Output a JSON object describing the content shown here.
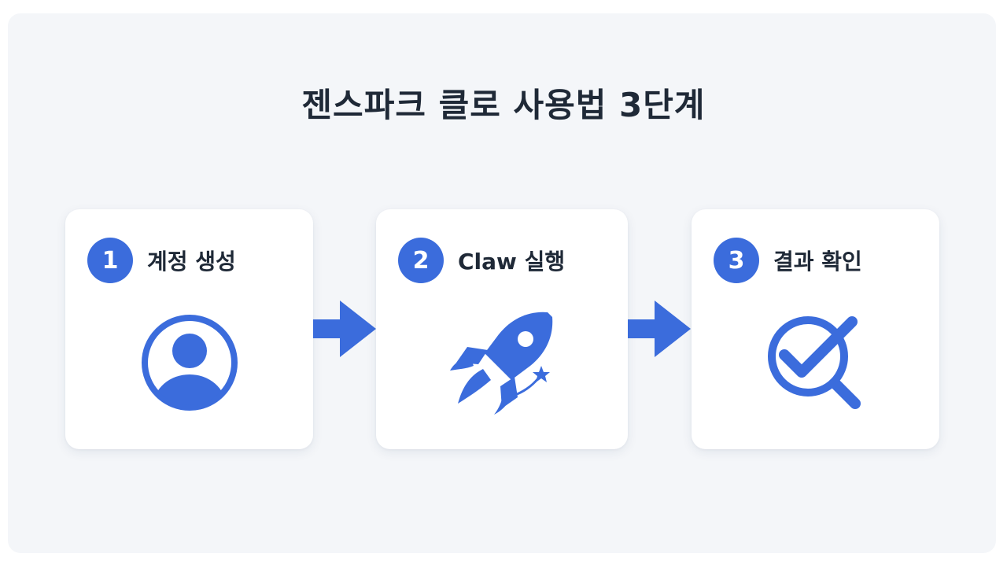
{
  "title": "젠스파크 클로 사용법 3단계",
  "accent_color": "#3b6cdc",
  "steps": [
    {
      "number": "1",
      "label": "계정 생성",
      "icon": "user-account-icon"
    },
    {
      "number": "2",
      "label": "Claw 실행",
      "icon": "rocket-icon"
    },
    {
      "number": "3",
      "label": "결과 확인",
      "icon": "magnifier-check-icon"
    }
  ],
  "connectors": [
    "arrow-right-icon",
    "arrow-right-icon"
  ]
}
